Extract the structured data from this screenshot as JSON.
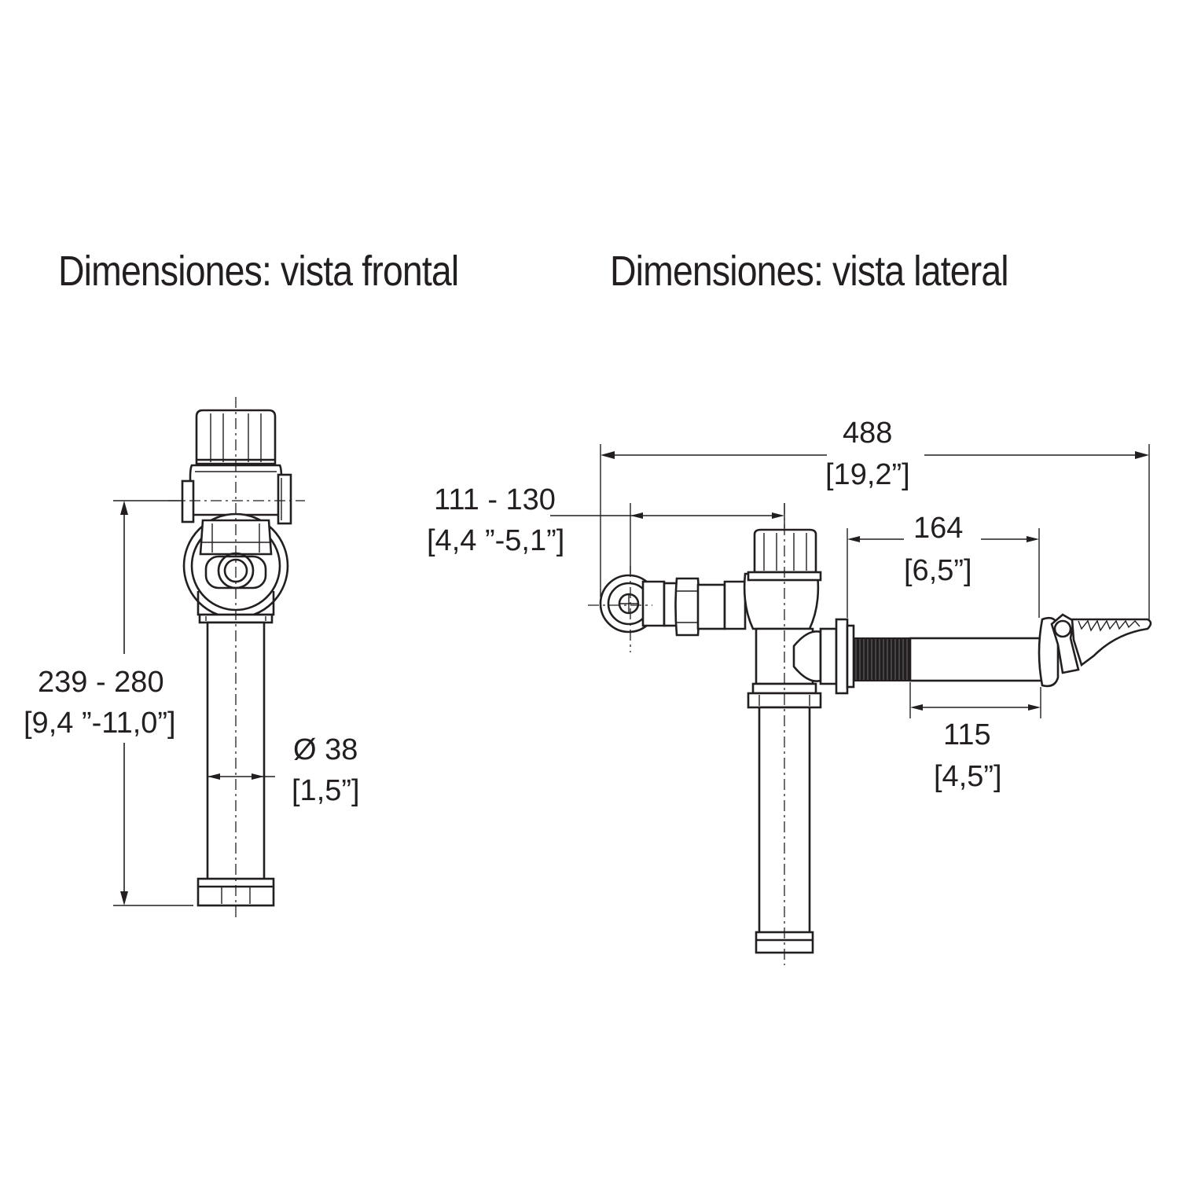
{
  "titles": {
    "front": "Dimensiones: vista frontal",
    "side": "Dimensiones: vista lateral"
  },
  "front_view": {
    "height_mm": "239 - 280",
    "height_in": "[9,4 ”-11,0”]",
    "diameter_mm": "Ø 38",
    "diameter_in": "[1,5”]"
  },
  "side_view": {
    "overall_mm": "488",
    "overall_in": "[19,2”]",
    "inlet_mm": "111 - 130",
    "inlet_in": "[4,4 ”-5,1”]",
    "handle_mm": "164",
    "handle_in": "[6,5”]",
    "stem_mm": "115",
    "stem_in": "[4,5”]"
  }
}
